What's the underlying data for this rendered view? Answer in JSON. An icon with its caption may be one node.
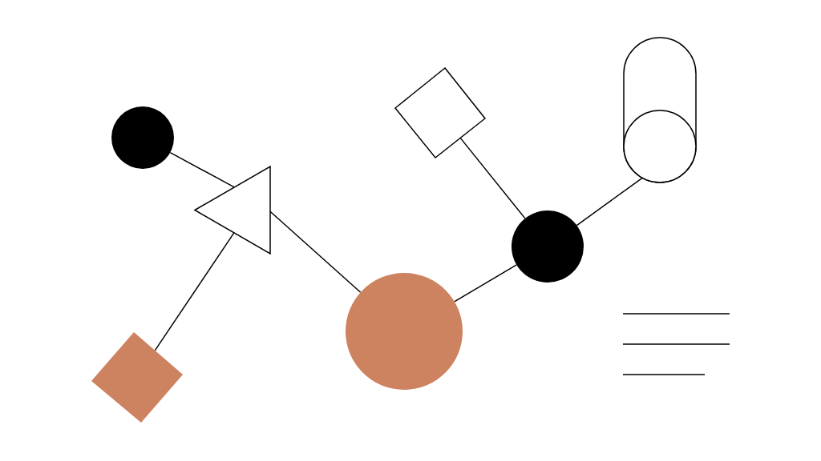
{
  "diagram": {
    "nodes": [
      {
        "text": [],
        "shape": "circle"
      },
      {
        "text": [],
        "shape": "triangle"
      },
      {
        "text": [],
        "shape": "diamond"
      },
      {
        "text": [],
        "shape": "circle"
      },
      {
        "text": [],
        "shape": "diamond"
      },
      {
        "text": [],
        "shape": "circle"
      },
      {
        "text": [],
        "shape": "capsule"
      }
    ],
    "edges": [
      {
        "from": 0,
        "to": 1,
        "arrow": "none"
      },
      {
        "from": 1,
        "to": 2,
        "arrow": "none"
      },
      {
        "from": 1,
        "to": 3,
        "arrow": "none"
      },
      {
        "from": 3,
        "to": 5,
        "arrow": "none"
      },
      {
        "from": 4,
        "to": 5,
        "arrow": "none"
      },
      {
        "from": 5,
        "to": 6,
        "arrow": "none"
      }
    ]
  }
}
